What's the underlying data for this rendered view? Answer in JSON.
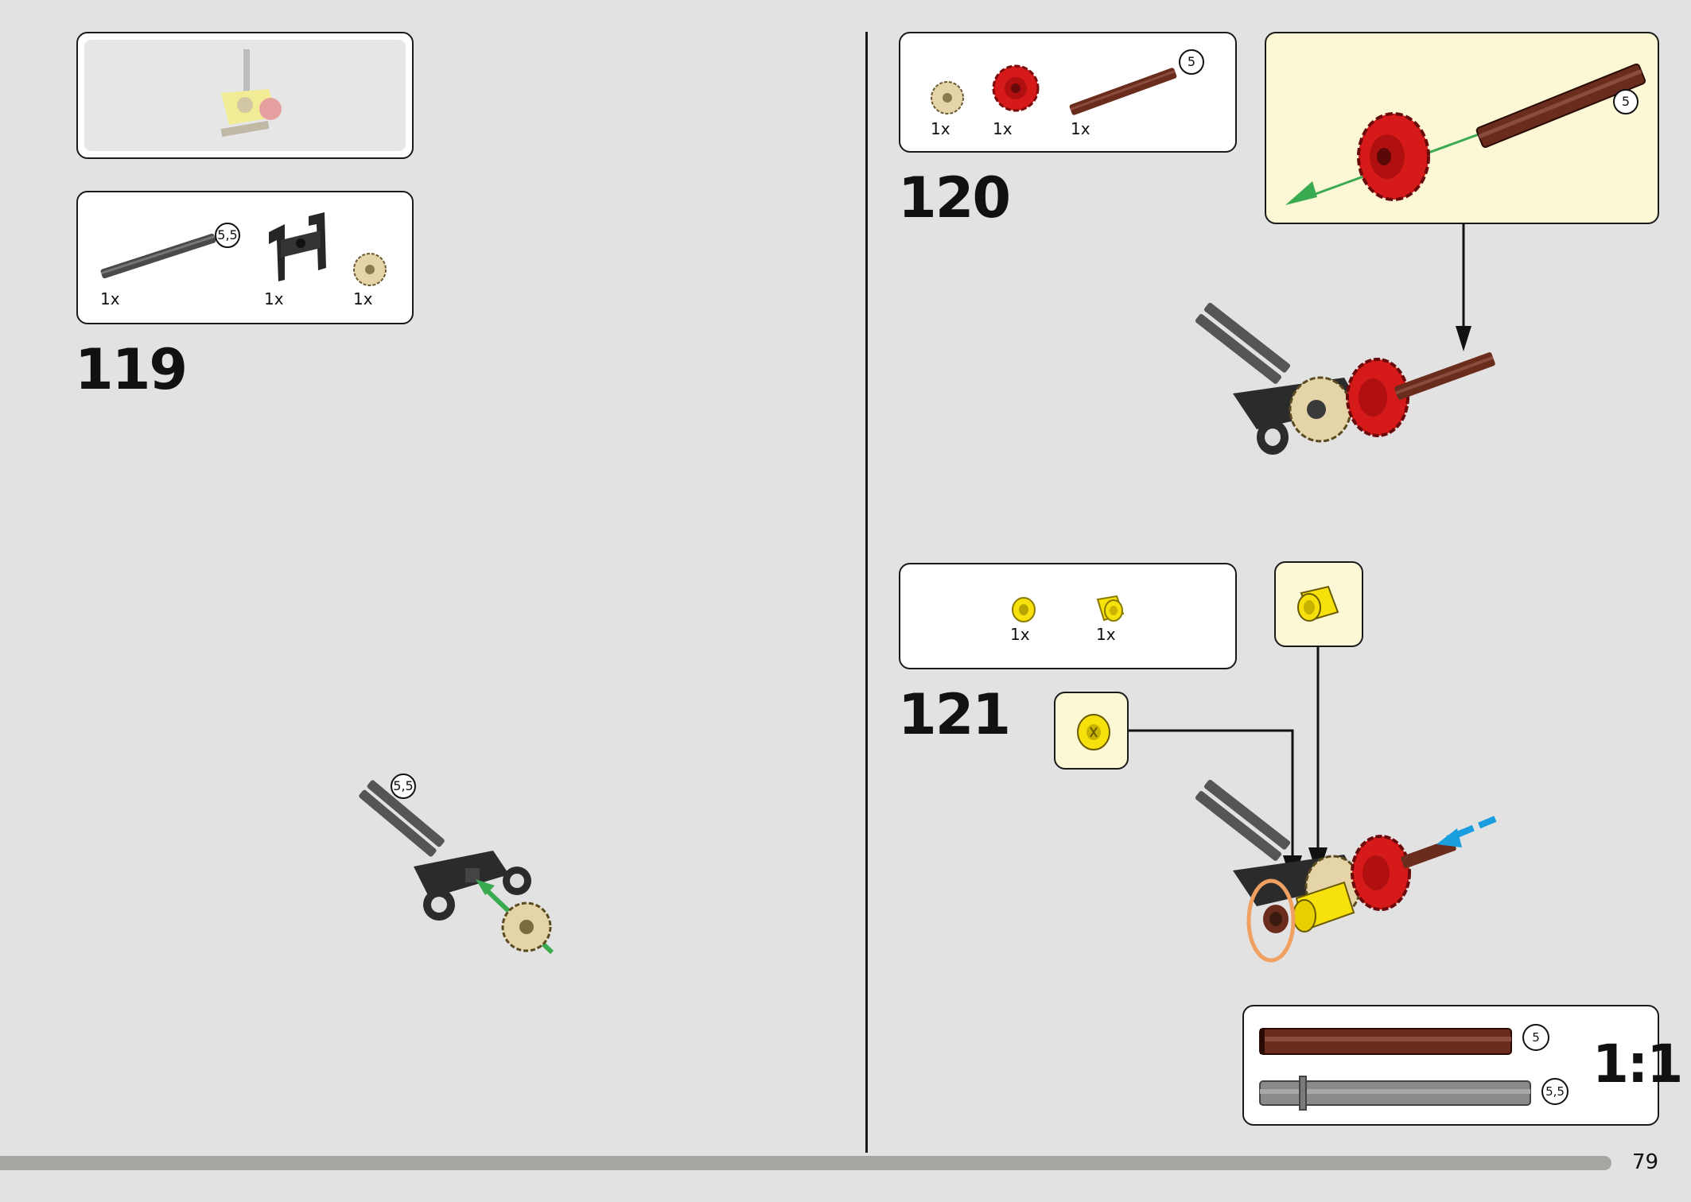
{
  "colors": {
    "page_bg": "#e2e2e2",
    "subassembly_bg": "#fcf7d4",
    "highlight_bg": "#fcf7d4",
    "arrow_green": "#3aaa50",
    "arrow_blue": "#1a9ee0",
    "highlight_orange": "#f0a060",
    "axle_dark_brown": "#6a2c1c",
    "gear_red": "#d61a1a",
    "gear_tan": "#e4d4a8",
    "bush_yellow": "#f7e10c",
    "frame_black": "#2a2a2a",
    "axle_grey": "#8a8a8a"
  },
  "steps": {
    "s119": {
      "number": "119",
      "parts": [
        {
          "icon": "grey-axle-icon",
          "qty": "1x",
          "length": "5,5"
        },
        {
          "icon": "black-frame-icon",
          "qty": "1x"
        },
        {
          "icon": "tan-gear-icon",
          "qty": "1x"
        }
      ],
      "assembly_length": "5,5"
    },
    "s120": {
      "number": "120",
      "parts": [
        {
          "icon": "tan-gear-icon",
          "qty": "1x"
        },
        {
          "icon": "red-gear-icon",
          "qty": "1x"
        },
        {
          "icon": "brown-axle-icon",
          "qty": "1x",
          "length": "5"
        }
      ],
      "callout_length": "5"
    },
    "s121": {
      "number": "121",
      "parts": [
        {
          "icon": "yellow-pulley-icon",
          "qty": "1x"
        },
        {
          "icon": "yellow-bush-icon",
          "qty": "1x"
        }
      ]
    }
  },
  "scale_box": {
    "label": "1:1",
    "axle_brown_length": "5",
    "axle_grey_length": "5,5"
  },
  "page_number": "79"
}
